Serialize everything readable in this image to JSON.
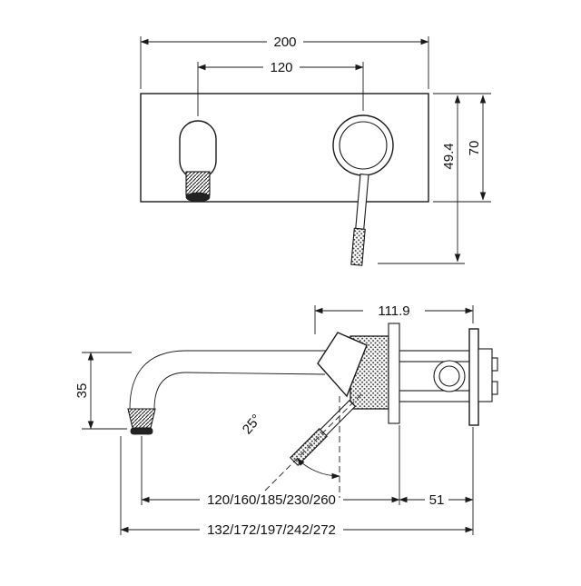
{
  "drawing": {
    "front_view": {
      "dim_width": "200",
      "dim_centers": "120",
      "dim_height": "70",
      "dim_drop": "49.4"
    },
    "side_view": {
      "dim_depth": "111.9",
      "dim_spout_height": "35",
      "dim_angle": "25°",
      "dim_wall_depth": "51",
      "dim_spout_reach": "120/160/185/230/260",
      "dim_overall_depth": "132/172/197/242/272"
    },
    "colors": {
      "ink": "#1a1a1a",
      "background": "#ffffff"
    }
  }
}
